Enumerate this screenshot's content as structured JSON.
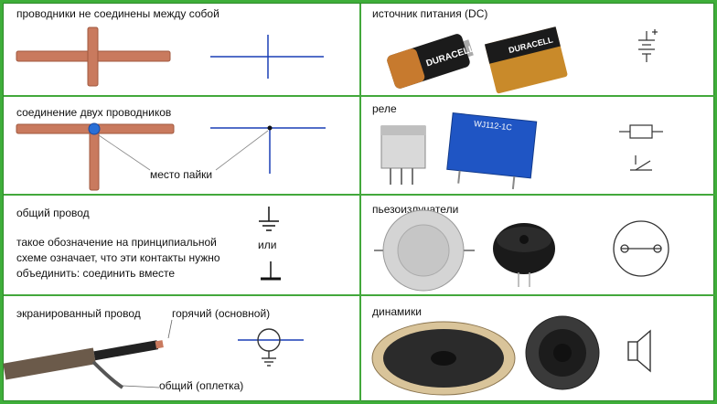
{
  "cells": {
    "not_connected": {
      "label": "проводники не соединены между собой"
    },
    "dc_source": {
      "label": "источник питания (DC)",
      "brand": "DURACELL"
    },
    "two_wires": {
      "label": "соединение двух проводников",
      "solder_point": "место пайки"
    },
    "relay": {
      "label": "реле",
      "model": "WJ112-1C"
    },
    "ground": {
      "label": "общий провод",
      "line1": "такое обозначение на принципиальной",
      "line2": "схеме означает, что эти контакты нужно",
      "line3": "объединить: соединить вместе",
      "or": "или"
    },
    "piezo": {
      "label": "пьезоизлучатели"
    },
    "shielded": {
      "label": "экранированный провод",
      "hot": "горячий (основной)",
      "common": "общий (оплетка)"
    },
    "speakers": {
      "label": "динамики"
    }
  },
  "colors": {
    "grid": "#43a83c",
    "wire_copper": "#c97a5e",
    "schematic": "#1a3fb5",
    "joint": "#2a6fd6"
  }
}
